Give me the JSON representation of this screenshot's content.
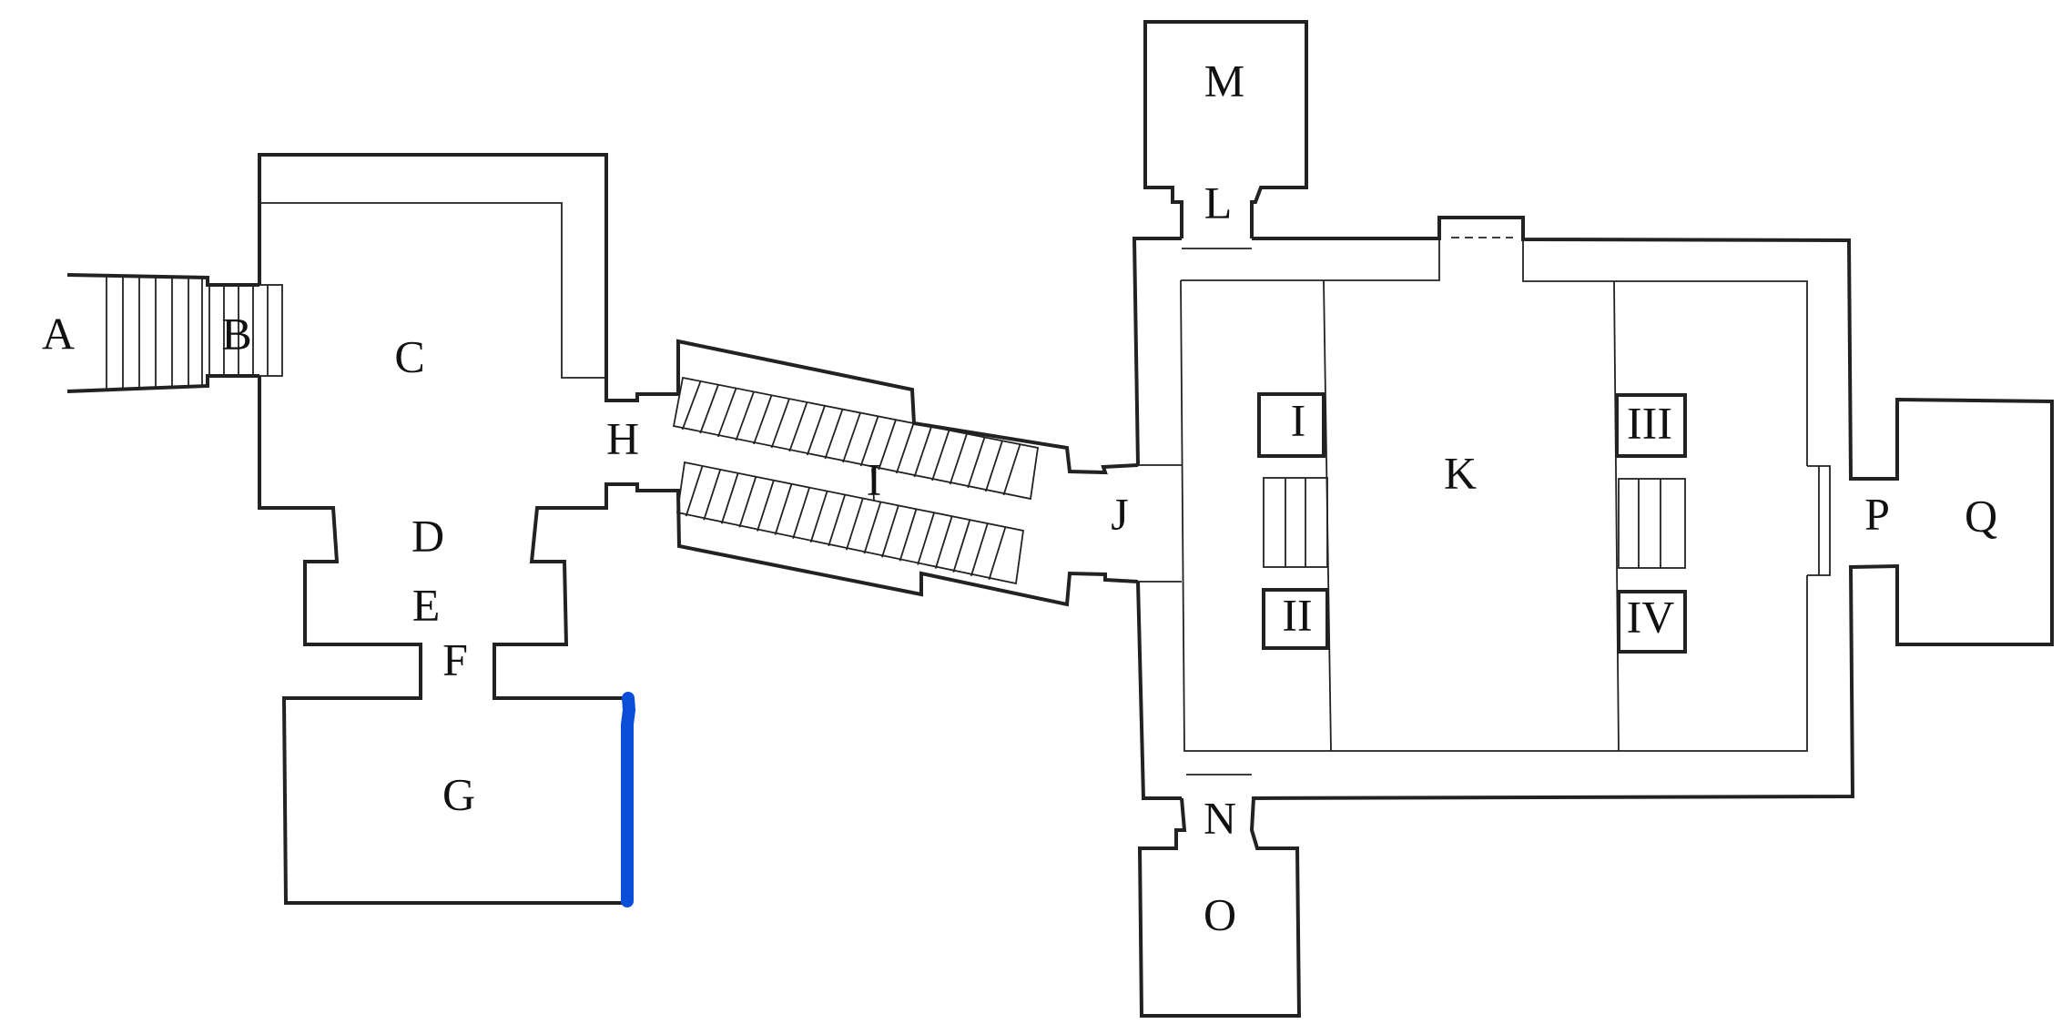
{
  "diagram": {
    "type": "floor-plan",
    "highlight_color": "#0a4ed8",
    "room_labels": {
      "A": "A",
      "B": "B",
      "C": "C",
      "D": "D",
      "E": "E",
      "F": "F",
      "G": "G",
      "H": "H",
      "I": "I",
      "J": "J",
      "K": "K",
      "L": "L",
      "M": "M",
      "N": "N",
      "O": "O",
      "P": "P",
      "Q": "Q"
    },
    "pillar_labels": {
      "I": "I",
      "II": "II",
      "III": "III",
      "IV": "IV"
    }
  }
}
